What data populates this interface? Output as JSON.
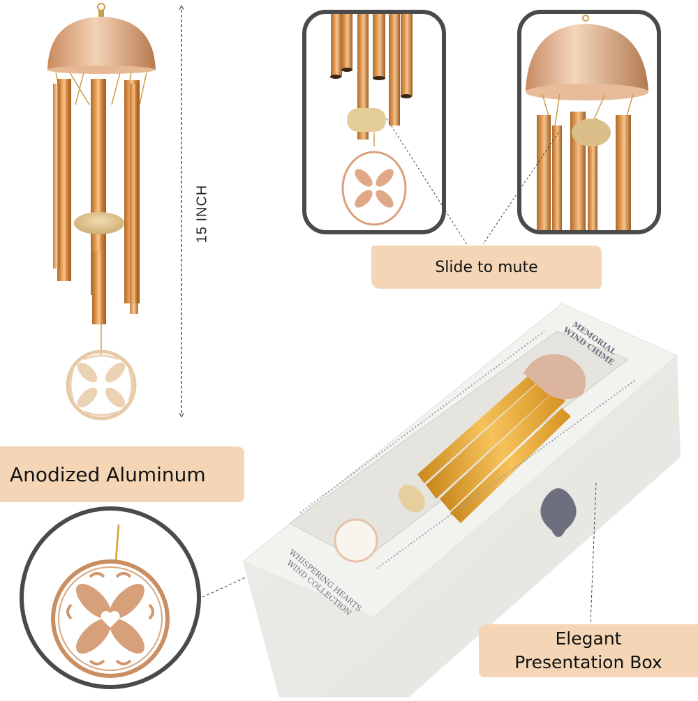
{
  "labels": {
    "dimension": "15 INCH",
    "slide_to_mute": "Slide to mute",
    "material": "Anodized Aluminum",
    "box_line1": "Elegant",
    "box_line2": "Presentation Box"
  },
  "box_print": {
    "top_title_line1": "MEMORIAL",
    "top_title_line2": "WIND CHIME",
    "side_title_line1": "WHISPERING HEARTS",
    "side_title_line2": "WIND COLLECTION"
  },
  "colors": {
    "label_bg": "#f4d6b7",
    "frame_border": "#4a4a4a",
    "copper": "#d7863d",
    "box_white": "#efefec",
    "ornament_gray": "#6c6f80"
  }
}
